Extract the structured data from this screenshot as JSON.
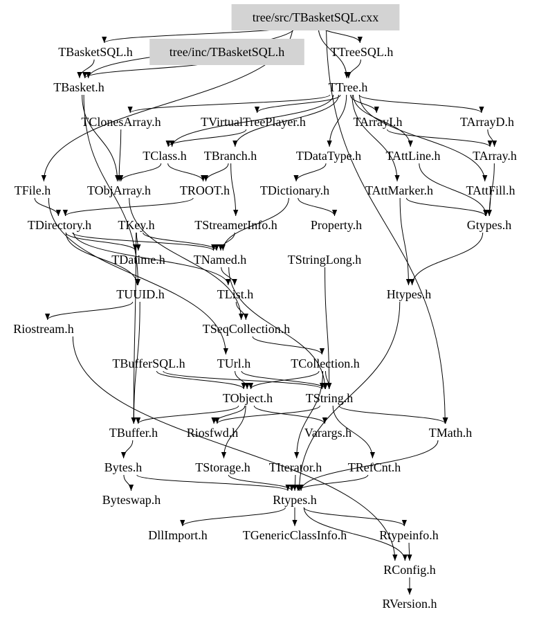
{
  "graph": {
    "title": "tree/src/TBasketSQL.cxx",
    "highlight_color": "#d3d3d3",
    "nodes": [
      {
        "id": "src",
        "label": "tree/src/TBasketSQL.cxx",
        "highlighted": true
      },
      {
        "id": "TBasketSQL_h",
        "label": "TBasketSQL.h"
      },
      {
        "id": "inc",
        "label": "tree/inc/TBasketSQL.h",
        "highlighted": true
      },
      {
        "id": "TTreeSQL",
        "label": "TTreeSQL.h"
      },
      {
        "id": "TBasket",
        "label": "TBasket.h"
      },
      {
        "id": "TTree",
        "label": "TTree.h"
      },
      {
        "id": "TClonesArray",
        "label": "TClonesArray.h"
      },
      {
        "id": "TVirtualTreePlayer",
        "label": "TVirtualTreePlayer.h"
      },
      {
        "id": "TArrayI",
        "label": "TArrayI.h"
      },
      {
        "id": "TArrayD",
        "label": "TArrayD.h"
      },
      {
        "id": "TClass",
        "label": "TClass.h"
      },
      {
        "id": "TBranch",
        "label": "TBranch.h"
      },
      {
        "id": "TDataType",
        "label": "TDataType.h"
      },
      {
        "id": "TAttLine",
        "label": "TAttLine.h"
      },
      {
        "id": "TArray",
        "label": "TArray.h"
      },
      {
        "id": "TFile",
        "label": "TFile.h"
      },
      {
        "id": "TObjArray",
        "label": "TObjArray.h"
      },
      {
        "id": "TROOT",
        "label": "TROOT.h"
      },
      {
        "id": "TDictionary",
        "label": "TDictionary.h"
      },
      {
        "id": "TAttMarker",
        "label": "TAttMarker.h"
      },
      {
        "id": "TAttFill",
        "label": "TAttFill.h"
      },
      {
        "id": "TDirectory",
        "label": "TDirectory.h"
      },
      {
        "id": "TKey",
        "label": "TKey.h"
      },
      {
        "id": "TStreamerInfo",
        "label": "TStreamerInfo.h"
      },
      {
        "id": "Property",
        "label": "Property.h"
      },
      {
        "id": "Gtypes",
        "label": "Gtypes.h"
      },
      {
        "id": "TDatime",
        "label": "TDatime.h"
      },
      {
        "id": "TNamed",
        "label": "TNamed.h"
      },
      {
        "id": "TStringLong",
        "label": "TStringLong.h"
      },
      {
        "id": "TUUID",
        "label": "TUUID.h"
      },
      {
        "id": "TList",
        "label": "TList.h"
      },
      {
        "id": "Htypes",
        "label": "Htypes.h"
      },
      {
        "id": "Riostream",
        "label": "Riostream.h"
      },
      {
        "id": "TSeqCollection",
        "label": "TSeqCollection.h"
      },
      {
        "id": "TBufferSQL",
        "label": "TBufferSQL.h"
      },
      {
        "id": "TUrl",
        "label": "TUrl.h"
      },
      {
        "id": "TCollection",
        "label": "TCollection.h"
      },
      {
        "id": "TObject",
        "label": "TObject.h"
      },
      {
        "id": "TString",
        "label": "TString.h"
      },
      {
        "id": "TBuffer",
        "label": "TBuffer.h"
      },
      {
        "id": "Riosfwd",
        "label": "Riosfwd.h"
      },
      {
        "id": "Varargs",
        "label": "Varargs.h"
      },
      {
        "id": "TMath",
        "label": "TMath.h"
      },
      {
        "id": "Bytes",
        "label": "Bytes.h"
      },
      {
        "id": "TStorage",
        "label": "TStorage.h"
      },
      {
        "id": "TIterator",
        "label": "TIterator.h"
      },
      {
        "id": "TRefCnt",
        "label": "TRefCnt.h"
      },
      {
        "id": "Byteswap",
        "label": "Byteswap.h"
      },
      {
        "id": "Rtypes",
        "label": "Rtypes.h"
      },
      {
        "id": "DllImport",
        "label": "DllImport.h"
      },
      {
        "id": "TGenericClassInfo",
        "label": "TGenericClassInfo.h"
      },
      {
        "id": "Rtypeinfo",
        "label": "Rtypeinfo.h"
      },
      {
        "id": "RConfig",
        "label": "RConfig.h"
      },
      {
        "id": "RVersion",
        "label": "RVersion.h"
      }
    ],
    "edges": [
      [
        "src",
        "TBasketSQL_h"
      ],
      [
        "src",
        "TTreeSQL"
      ],
      [
        "src",
        "TTree"
      ],
      [
        "src",
        "TBasket"
      ],
      [
        "src",
        "TFile"
      ],
      [
        "src",
        "TMath"
      ],
      [
        "TBasketSQL_h",
        "TBasket"
      ],
      [
        "inc",
        "TBasket"
      ],
      [
        "TTreeSQL",
        "TTree"
      ],
      [
        "TBasket",
        "TObjArray"
      ],
      [
        "TBasket",
        "TUUID"
      ],
      [
        "TTree",
        "TClonesArray"
      ],
      [
        "TTree",
        "TVirtualTreePlayer"
      ],
      [
        "TTree",
        "TArrayI"
      ],
      [
        "TTree",
        "TArrayD"
      ],
      [
        "TTree",
        "TBranch"
      ],
      [
        "TTree",
        "TDataType"
      ],
      [
        "TTree",
        "TAttLine"
      ],
      [
        "TTree",
        "TAttFill"
      ],
      [
        "TTree",
        "TAttMarker"
      ],
      [
        "TTree",
        "TClass"
      ],
      [
        "TArrayI",
        "TArray"
      ],
      [
        "TArrayD",
        "TArray"
      ],
      [
        "TArray",
        "Gtypes"
      ],
      [
        "TClonesArray",
        "TObjArray"
      ],
      [
        "TVirtualTreePlayer",
        "TClass"
      ],
      [
        "TBranch",
        "TROOT"
      ],
      [
        "TBranch",
        "TStreamerInfo"
      ],
      [
        "TDataType",
        "TDictionary"
      ],
      [
        "TClass",
        "TObjArray"
      ],
      [
        "TClass",
        "TROOT"
      ],
      [
        "TAttLine",
        "Gtypes"
      ],
      [
        "TAttMarker",
        "Gtypes"
      ],
      [
        "TAttFill",
        "Gtypes"
      ],
      [
        "TFile",
        "TDirectory"
      ],
      [
        "TFile",
        "TUrl"
      ],
      [
        "TObjArray",
        "TSeqCollection"
      ],
      [
        "TROOT",
        "TDirectory"
      ],
      [
        "TDictionary",
        "TNamed"
      ],
      [
        "TDictionary",
        "Property"
      ],
      [
        "TDirectory",
        "TDatime"
      ],
      [
        "TDirectory",
        "TNamed"
      ],
      [
        "TDirectory",
        "TList"
      ],
      [
        "TDirectory",
        "TUUID"
      ],
      [
        "TKey",
        "TNamed"
      ],
      [
        "TKey",
        "TDatime"
      ],
      [
        "TKey",
        "TBuffer"
      ],
      [
        "TStreamerInfo",
        "TNamed"
      ],
      [
        "TNamed",
        "TList"
      ],
      [
        "TNamed",
        "TString"
      ],
      [
        "TStringLong",
        "TString"
      ],
      [
        "TAttMarker",
        "Htypes"
      ],
      [
        "Gtypes",
        "Htypes"
      ],
      [
        "Htypes",
        "Rtypes"
      ],
      [
        "TUUID",
        "Riostream"
      ],
      [
        "TUUID",
        "TBuffer"
      ],
      [
        "TList",
        "TSeqCollection"
      ],
      [
        "TSeqCollection",
        "TCollection"
      ],
      [
        "TBufferSQL",
        "TObject"
      ],
      [
        "TBufferSQL",
        "TString"
      ],
      [
        "TUrl",
        "TObject"
      ],
      [
        "TUrl",
        "TString"
      ],
      [
        "TCollection",
        "TObject"
      ],
      [
        "TCollection",
        "TString"
      ],
      [
        "TCollection",
        "TIterator"
      ],
      [
        "TObject",
        "TBuffer"
      ],
      [
        "TObject",
        "Riosfwd"
      ],
      [
        "TObject",
        "Varargs"
      ],
      [
        "TObject",
        "TStorage"
      ],
      [
        "TString",
        "TRefCnt"
      ],
      [
        "TString",
        "TMath"
      ],
      [
        "TString",
        "Riosfwd"
      ],
      [
        "TBuffer",
        "Bytes"
      ],
      [
        "Bytes",
        "Byteswap"
      ],
      [
        "Bytes",
        "Rtypes"
      ],
      [
        "TStorage",
        "Rtypes"
      ],
      [
        "TIterator",
        "Rtypes"
      ],
      [
        "TRefCnt",
        "Rtypes"
      ],
      [
        "TMath",
        "Rtypes"
      ],
      [
        "Rtypes",
        "DllImport"
      ],
      [
        "Rtypes",
        "TGenericClassInfo"
      ],
      [
        "Rtypes",
        "Rtypeinfo"
      ],
      [
        "Rtypes",
        "RConfig"
      ],
      [
        "Rtypeinfo",
        "RConfig"
      ],
      [
        "Riostream",
        "RConfig"
      ],
      [
        "RConfig",
        "RVersion"
      ]
    ]
  }
}
